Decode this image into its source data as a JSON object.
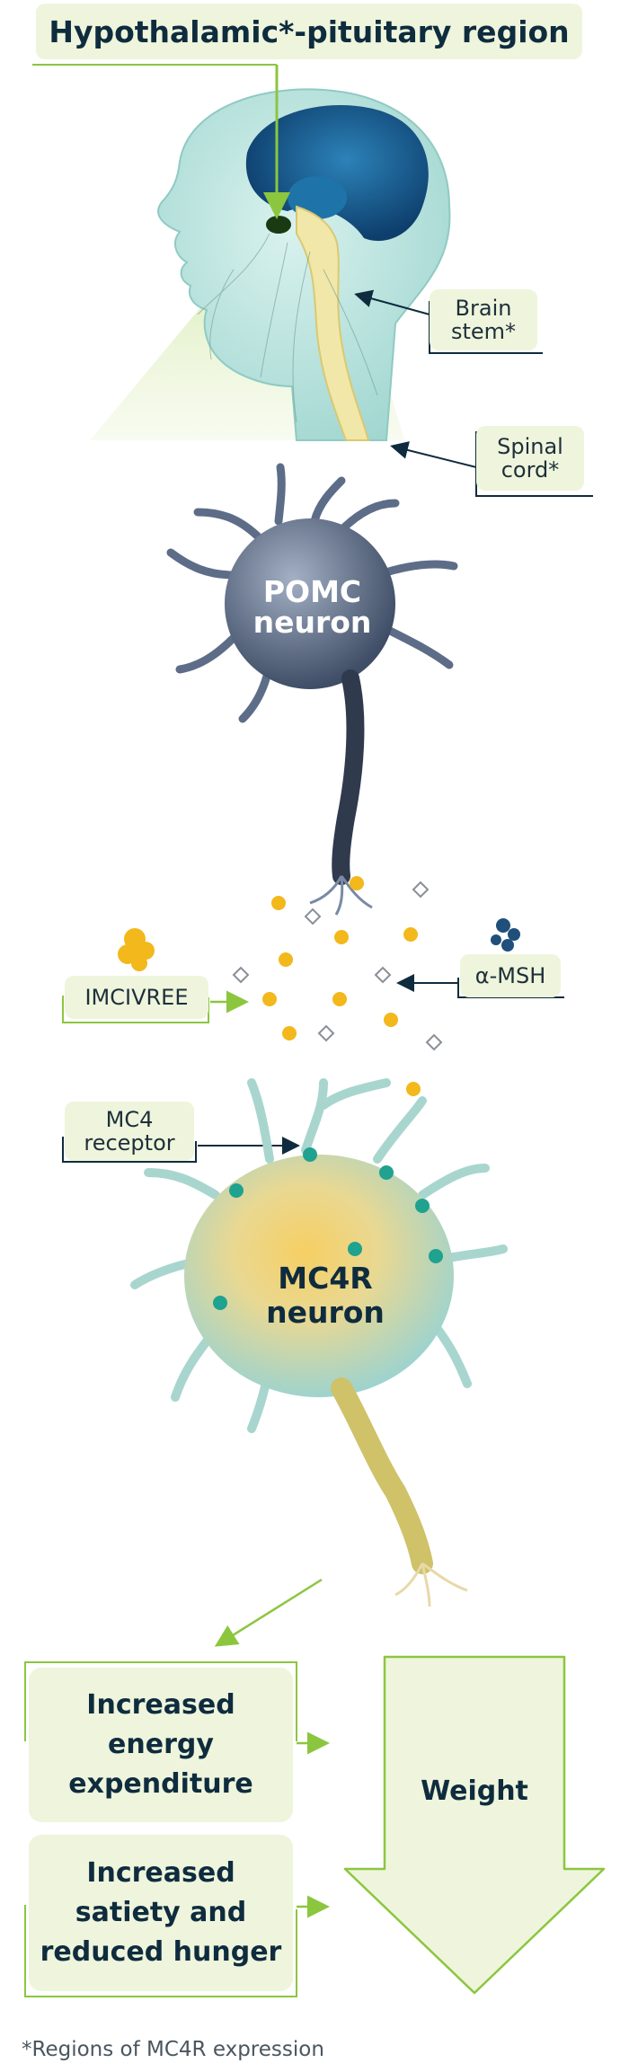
{
  "title": "Hypothalamic*-pituitary region",
  "labels": {
    "brain_stem": "Brain\nstem*",
    "spinal_cord": "Spinal\ncord*",
    "imcivree": "IMCIVREE",
    "alpha_msh": "α-MSH",
    "mc4_receptor": "MC4\nreceptor"
  },
  "neurons": {
    "pomc": "POMC\nneuron",
    "mc4r": "MC4R\nneuron"
  },
  "outcomes": {
    "energy": "Increased\nenergy\nexpenditure",
    "satiety": "Increased\nsatiety and\nreduced hunger",
    "weight": "Weight"
  },
  "footnote": "*Regions of MC4R expression",
  "colors": {
    "accent_green": "#8cc63f",
    "label_fill": "#eef5dc",
    "navy": "#0f2c3e",
    "pomc_body": "#5a6a85",
    "mc4r_body": "#bfe3df",
    "mc4r_core": "#f4c95d",
    "peptide_yellow": "#f2b81c"
  }
}
